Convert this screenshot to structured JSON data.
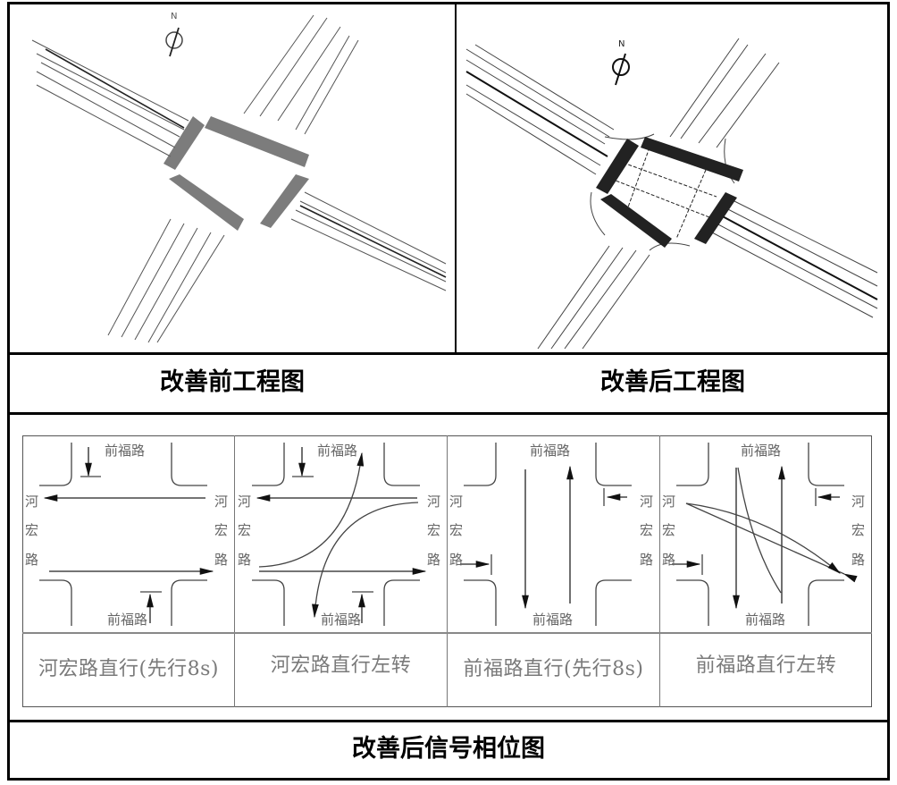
{
  "top_row": {
    "before": {
      "caption": "改善前工程图",
      "north_label": "N"
    },
    "after": {
      "caption": "改善后工程图",
      "north_label": "N"
    }
  },
  "phases": {
    "road_ns": "前福路",
    "road_ew_chars": [
      "河",
      "宏",
      "路"
    ],
    "items": [
      {
        "caption": "河宏路直行(先行8s)"
      },
      {
        "caption": "河宏路直行左转"
      },
      {
        "caption": "前福路直行(先行8s)"
      },
      {
        "caption": "前福路直行左转"
      }
    ]
  },
  "bottom": {
    "title": "改善后信号相位图"
  },
  "colors": {
    "border": "#000000",
    "diagram_line": "#333333",
    "label_gray": "#7a7a7a"
  }
}
